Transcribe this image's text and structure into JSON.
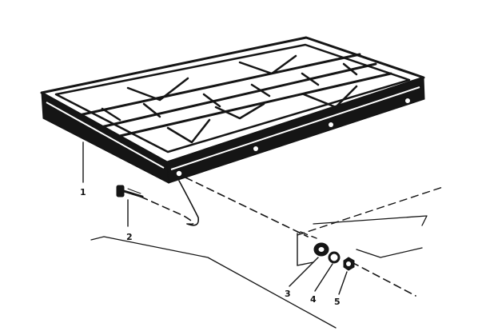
{
  "callouts": [
    {
      "id": "1",
      "text": "1"
    },
    {
      "id": "2",
      "text": "2"
    },
    {
      "id": "3",
      "text": "3"
    },
    {
      "id": "4",
      "text": "4"
    },
    {
      "id": "5",
      "text": "5"
    }
  ],
  "colors": {
    "ink": "#151515",
    "paper": "#ffffff"
  }
}
